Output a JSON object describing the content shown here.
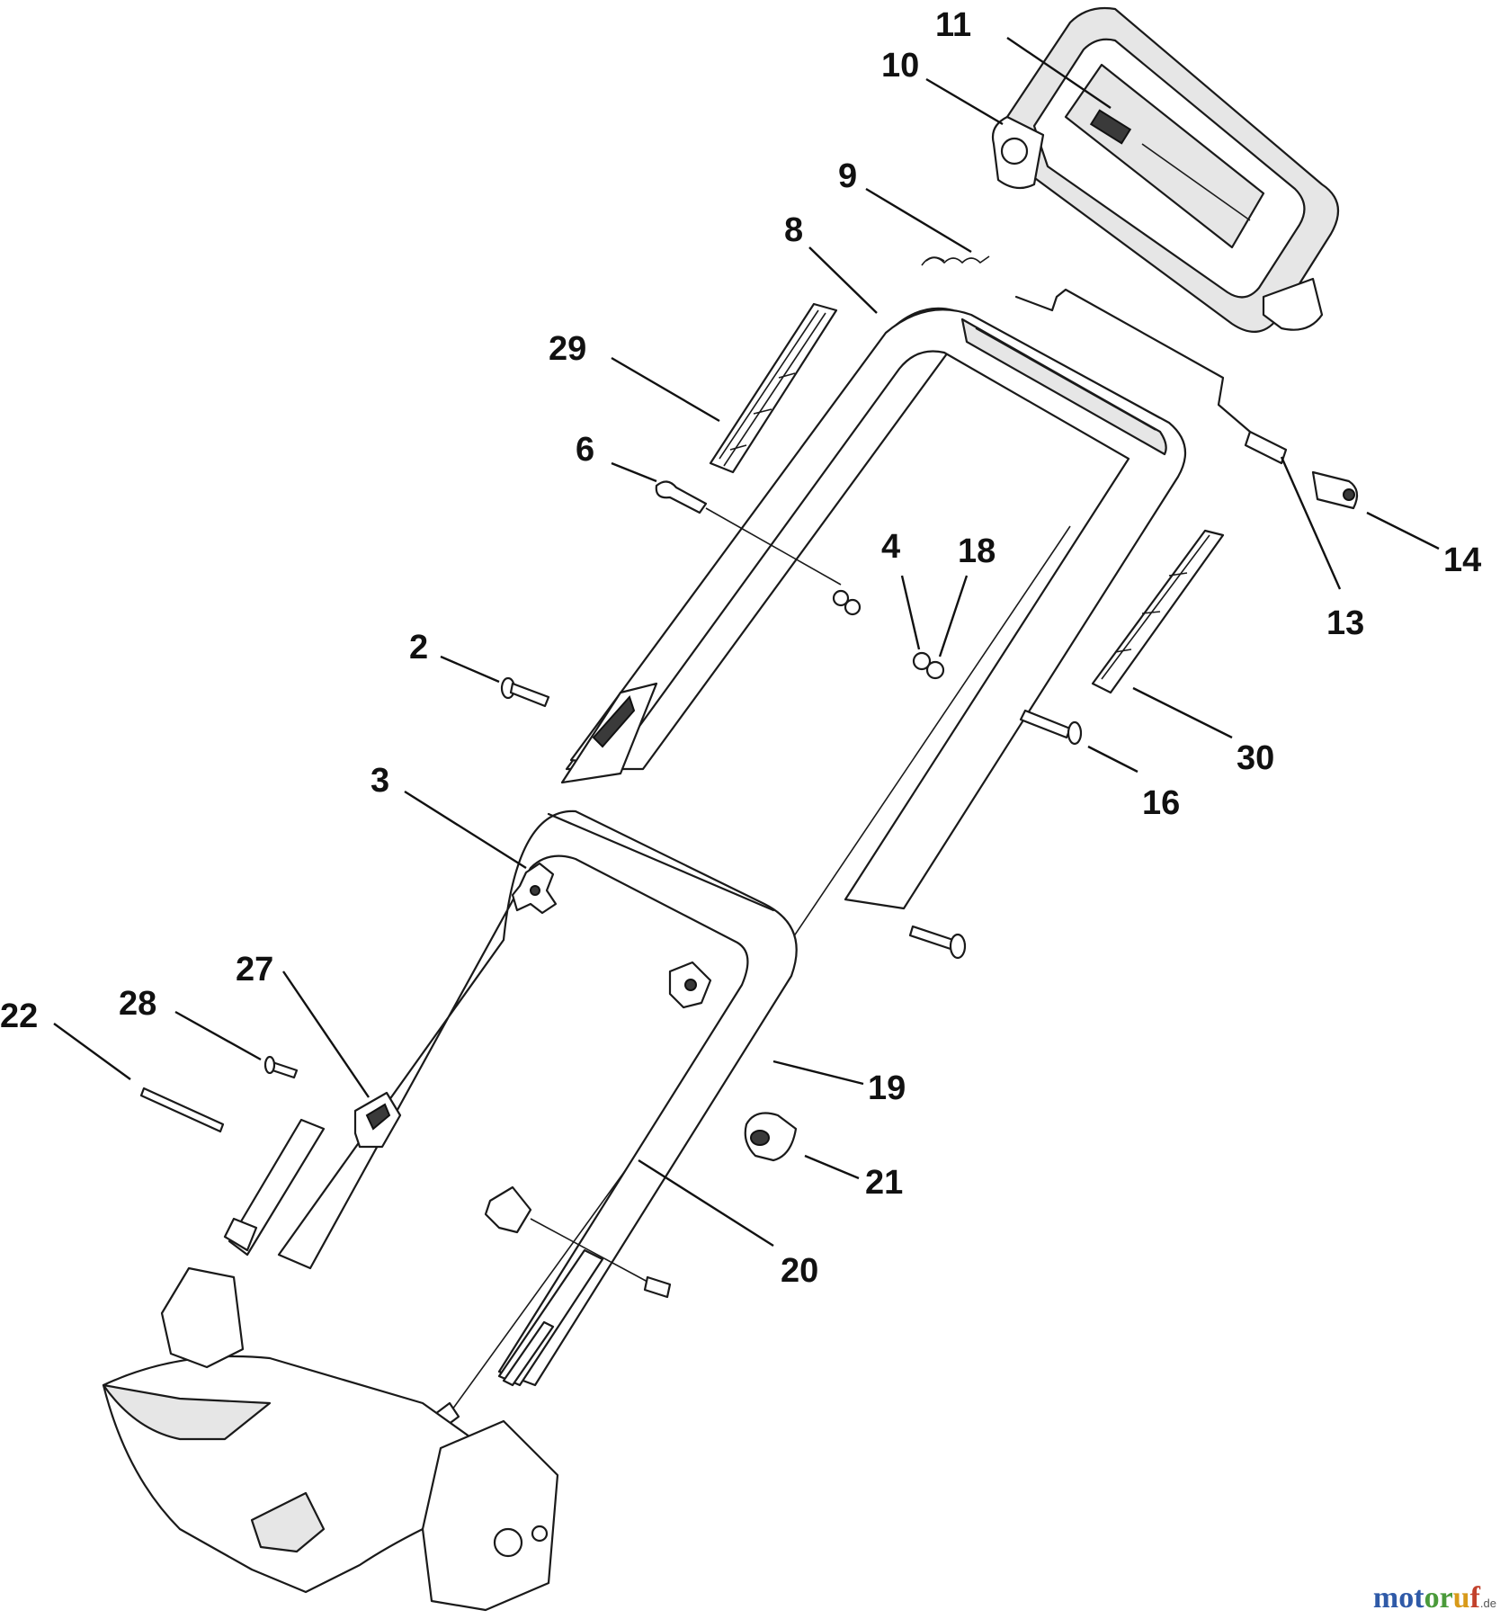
{
  "diagram": {
    "callouts": [
      {
        "id": "c11",
        "label": "11"
      },
      {
        "id": "c10",
        "label": "10"
      },
      {
        "id": "c9",
        "label": "9"
      },
      {
        "id": "c8",
        "label": "8"
      },
      {
        "id": "c29",
        "label": "29"
      },
      {
        "id": "c6",
        "label": "6"
      },
      {
        "id": "c4",
        "label": "4"
      },
      {
        "id": "c18",
        "label": "18"
      },
      {
        "id": "c14",
        "label": "14"
      },
      {
        "id": "c13",
        "label": "13"
      },
      {
        "id": "c2",
        "label": "2"
      },
      {
        "id": "c30",
        "label": "30"
      },
      {
        "id": "c3",
        "label": "3"
      },
      {
        "id": "c16",
        "label": "16"
      },
      {
        "id": "c27",
        "label": "27"
      },
      {
        "id": "c22",
        "label": "22"
      },
      {
        "id": "c28",
        "label": "28"
      },
      {
        "id": "c19",
        "label": "19"
      },
      {
        "id": "c21",
        "label": "21"
      },
      {
        "id": "c20",
        "label": "20"
      }
    ]
  },
  "watermark": {
    "parts": [
      "mot",
      "or",
      "u",
      "f"
    ],
    "tld": ".de"
  },
  "colors": {
    "line": "#1a1a1a",
    "background": "#ffffff",
    "watermark_blue": "#2f5aa8",
    "watermark_green": "#4a9a3a",
    "watermark_orange": "#d89a1a",
    "watermark_red": "#c2412c"
  }
}
